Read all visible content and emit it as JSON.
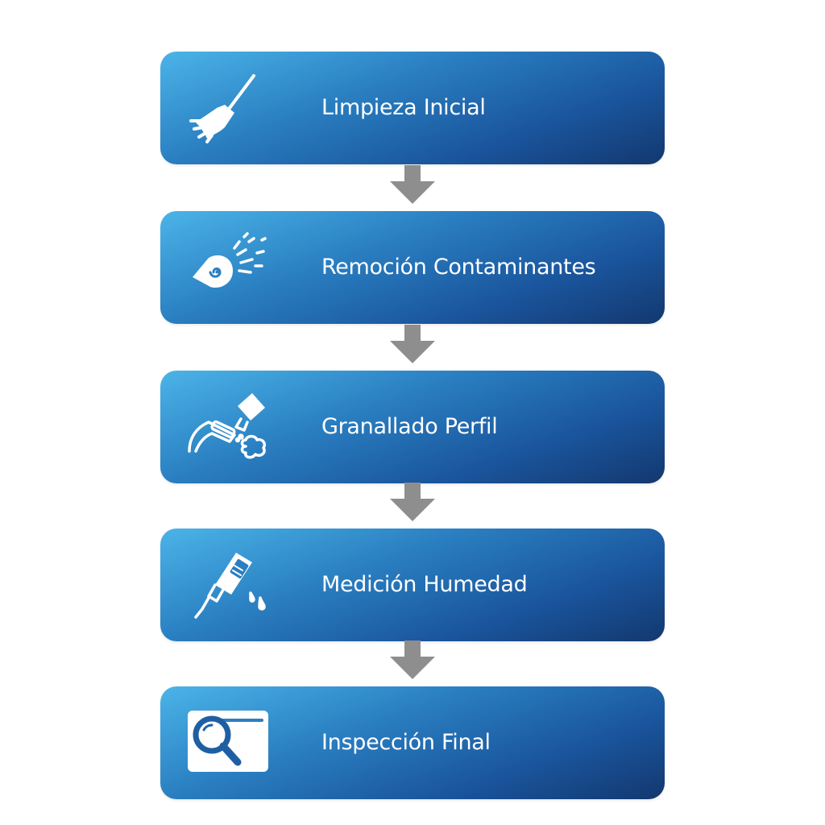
{
  "steps": [
    {
      "label": "Limpieza Inicial",
      "icon": "broom-icon"
    },
    {
      "label": "Remoción Contaminantes",
      "icon": "spray-nozzle-icon"
    },
    {
      "label": "Granallado Perfil",
      "icon": "blast-gun-icon"
    },
    {
      "label": "Medición Humedad",
      "icon": "moisture-meter-icon"
    },
    {
      "label": "Inspección Final",
      "icon": "inspection-magnifier-icon"
    }
  ],
  "colors": {
    "box_gradient_start": "#4bb4e8",
    "box_gradient_end": "#13386f",
    "arrow": "#8e8e8e",
    "text": "#ffffff"
  }
}
